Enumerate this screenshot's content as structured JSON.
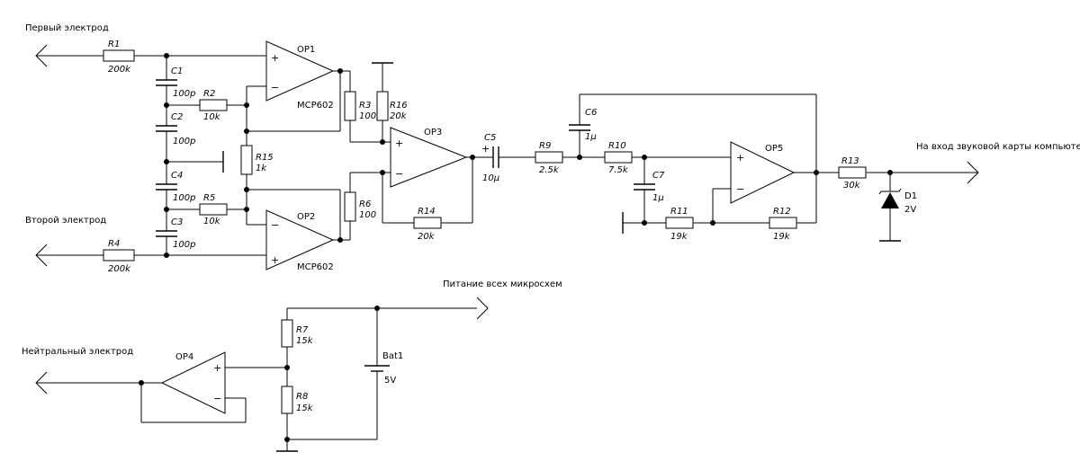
{
  "io": {
    "in1": "Первый электрод",
    "in2": "Второй электрод",
    "neutral": "Нейтральный электрод",
    "output": "На вход звуковой карты компьютера",
    "power": "Питание всех микросхем"
  },
  "opamps": {
    "op1": "OP1",
    "op2": "OP2",
    "op3": "OP3",
    "op4": "OP4",
    "op5": "OP5",
    "chip1": "MCP602",
    "chip2": "MCP602",
    "plus": "+",
    "minus": "−"
  },
  "resistors": {
    "r1": {
      "ref": "R1",
      "val": "200k"
    },
    "r2": {
      "ref": "R2",
      "val": "10k"
    },
    "r3": {
      "ref": "R3",
      "val": "100"
    },
    "r4": {
      "ref": "R4",
      "val": "200k"
    },
    "r5": {
      "ref": "R5",
      "val": "10k"
    },
    "r6": {
      "ref": "R6",
      "val": "100"
    },
    "r7": {
      "ref": "R7",
      "val": "15k"
    },
    "r8": {
      "ref": "R8",
      "val": "15k"
    },
    "r9": {
      "ref": "R9",
      "val": "2.5k"
    },
    "r10": {
      "ref": "R10",
      "val": "7.5k"
    },
    "r11": {
      "ref": "R11",
      "val": "19k"
    },
    "r12": {
      "ref": "R12",
      "val": "19k"
    },
    "r13": {
      "ref": "R13",
      "val": "30k"
    },
    "r14": {
      "ref": "R14",
      "val": "20k"
    },
    "r15": {
      "ref": "R15",
      "val": "1k"
    },
    "r16": {
      "ref": "R16",
      "val": "20k"
    }
  },
  "capacitors": {
    "c1": {
      "ref": "C1",
      "val": "100p"
    },
    "c2": {
      "ref": "C2",
      "val": "100p"
    },
    "c3": {
      "ref": "C3",
      "val": "100p"
    },
    "c4": {
      "ref": "C4",
      "val": "100p"
    },
    "c5": {
      "ref": "C5",
      "val": "10µ"
    },
    "c6": {
      "ref": "C6",
      "val": "1µ"
    },
    "c7": {
      "ref": "C7",
      "val": "1µ"
    }
  },
  "others": {
    "d1": {
      "ref": "D1",
      "val": "2V"
    },
    "bat1": {
      "ref": "Bat1",
      "val": "5V"
    },
    "c5plus": "+"
  }
}
